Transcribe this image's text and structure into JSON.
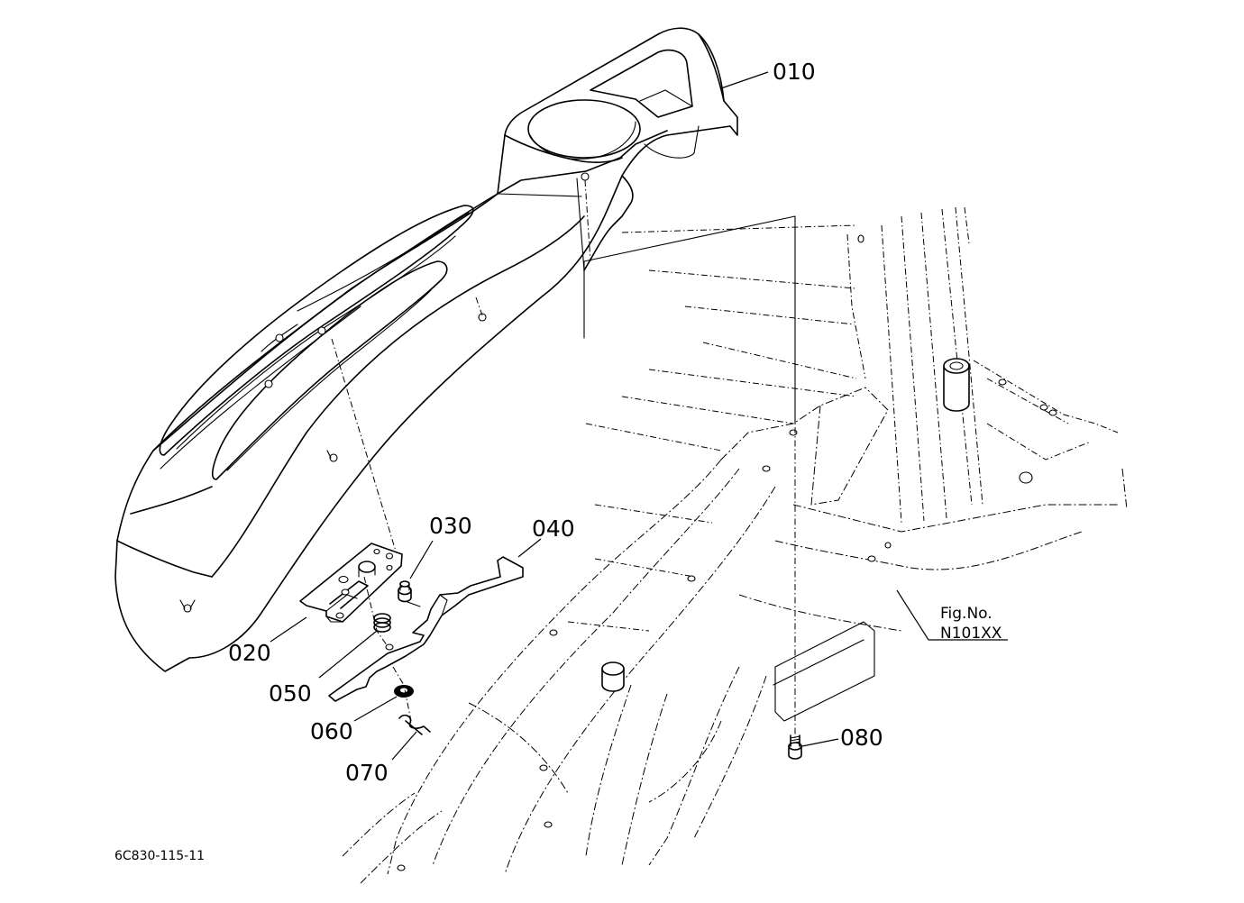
{
  "diagram": {
    "drawing_code": "6C830-115-11",
    "figure_reference": {
      "label": "Fig.No.",
      "number": "N101XX"
    },
    "callouts": [
      {
        "id": "010"
      },
      {
        "id": "020"
      },
      {
        "id": "030"
      },
      {
        "id": "040"
      },
      {
        "id": "050"
      },
      {
        "id": "060"
      },
      {
        "id": "070"
      },
      {
        "id": "080"
      }
    ]
  }
}
